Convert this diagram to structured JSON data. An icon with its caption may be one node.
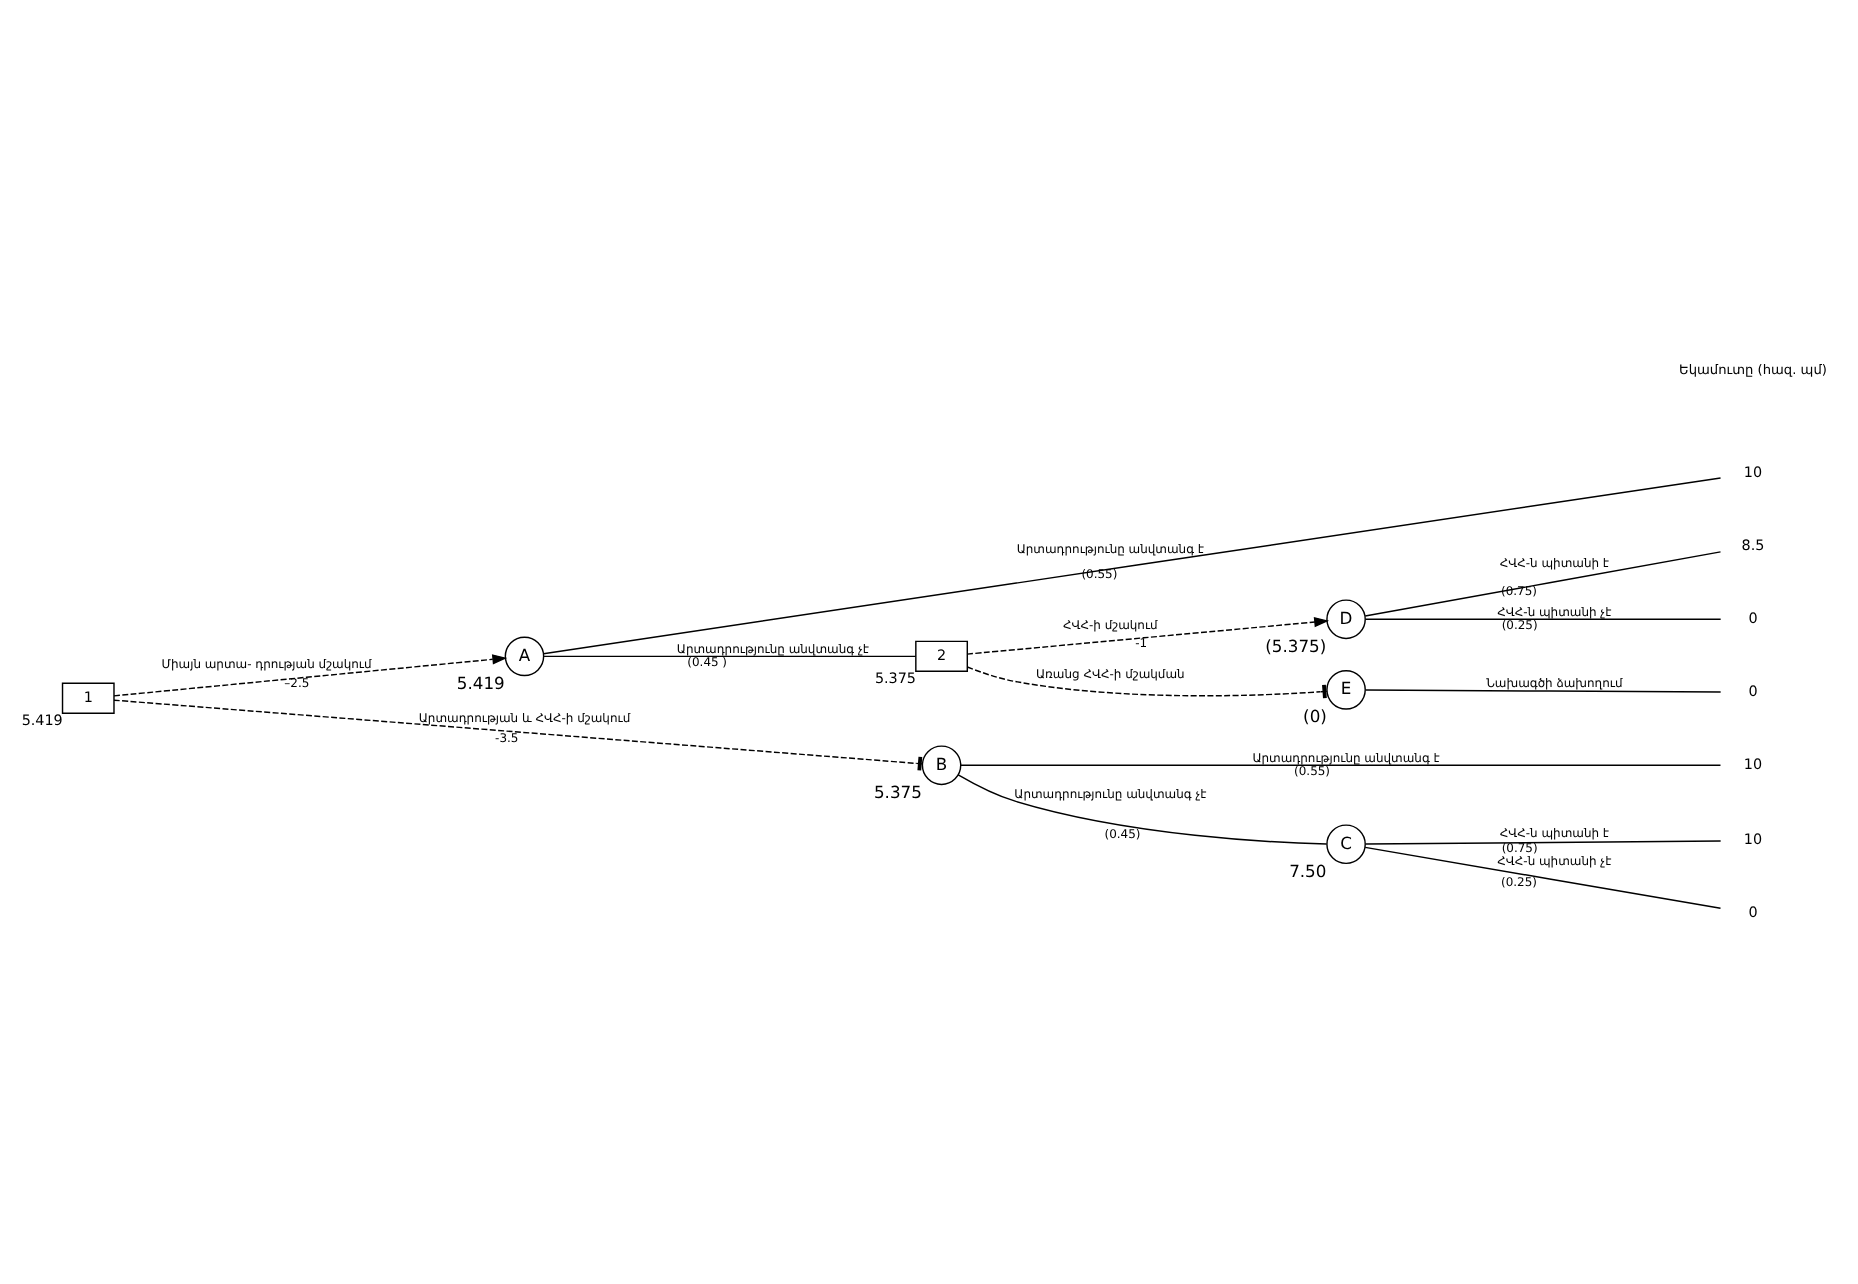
{
  "diagram": {
    "nodes": [
      {
        "text": [
          "1"
        ],
        "beside": [
          "5.419"
        ]
      },
      {
        "text": [
          "A"
        ],
        "beside": [
          "5.419"
        ]
      },
      {
        "text": [
          "2"
        ],
        "beside": [
          "5.375"
        ]
      },
      {
        "text": [
          "D"
        ],
        "beside": [
          "(5.375)"
        ]
      },
      {
        "text": [
          "E"
        ],
        "beside": [
          "(0)"
        ]
      },
      {
        "text": [
          "B"
        ],
        "beside": [
          "5.375"
        ]
      },
      {
        "text": [
          "C"
        ],
        "beside": [
          "7.50"
        ]
      },
      {
        "text": [
          "10"
        ]
      },
      {
        "text": [
          "8.5"
        ]
      },
      {
        "text": [
          "0"
        ]
      },
      {
        "text": [
          "0"
        ]
      },
      {
        "text": [
          "10"
        ]
      },
      {
        "text": [
          "10"
        ]
      },
      {
        "text": [
          "0"
        ]
      }
    ],
    "edges": [
      {
        "from": 0,
        "to": 1,
        "arrow": "to",
        "style": "dashed",
        "label": "Միայն արտա- դրության մշակում"
      },
      {
        "from": 0,
        "to": 5,
        "arrow": "other",
        "style": "dashed",
        "label": "Արտադրության և ՀՎՀ-ի մշակում"
      },
      {
        "from": 1,
        "to": 7,
        "arrow": "none",
        "label": "Արտադրությունը անվտանգ է"
      },
      {
        "from": 1,
        "to": 2,
        "arrow": "none",
        "label": "Արտադրությունը անվտանգ չէ"
      },
      {
        "from": 2,
        "to": 3,
        "arrow": "to",
        "style": "dashed",
        "label": "ՀՎՀ-ի մշակում"
      },
      {
        "from": 2,
        "to": 4,
        "arrow": "other",
        "style": "dashed",
        "label": "Առանց ՀՎՀ-ի մշակման"
      },
      {
        "from": 3,
        "to": 8,
        "arrow": "none",
        "label": "ՀՎՀ-ն պիտանի է"
      },
      {
        "from": 3,
        "to": 9,
        "arrow": "none",
        "label": "ՀՎՀ-ն պիտանի չէ"
      },
      {
        "from": 4,
        "to": 10,
        "arrow": "none",
        "label": "Նախագծի ձախողում"
      },
      {
        "from": 5,
        "to": 11,
        "arrow": "none",
        "label": "Արտադրությունը անվտանգ է"
      },
      {
        "from": 5,
        "to": 6,
        "arrow": "none",
        "label": "Արտադրությունը անվտանգ չէ"
      },
      {
        "from": 6,
        "to": 12,
        "arrow": "none",
        "label": "ՀՎՀ-ն պիտանի է"
      },
      {
        "from": 6,
        "to": 13,
        "arrow": "none",
        "label": "ՀՎՀ-ն պիտանի չէ"
      }
    ],
    "labels": [
      "Եկամուտը (հազ. պմ)",
      "–2.5",
      "-3.5",
      "(0.55)",
      "(0.45 )",
      "-1",
      "(0.75)",
      "(0.25)",
      "(0.55)",
      "(0.45)",
      "(0.75)",
      "(0.25)"
    ]
  }
}
